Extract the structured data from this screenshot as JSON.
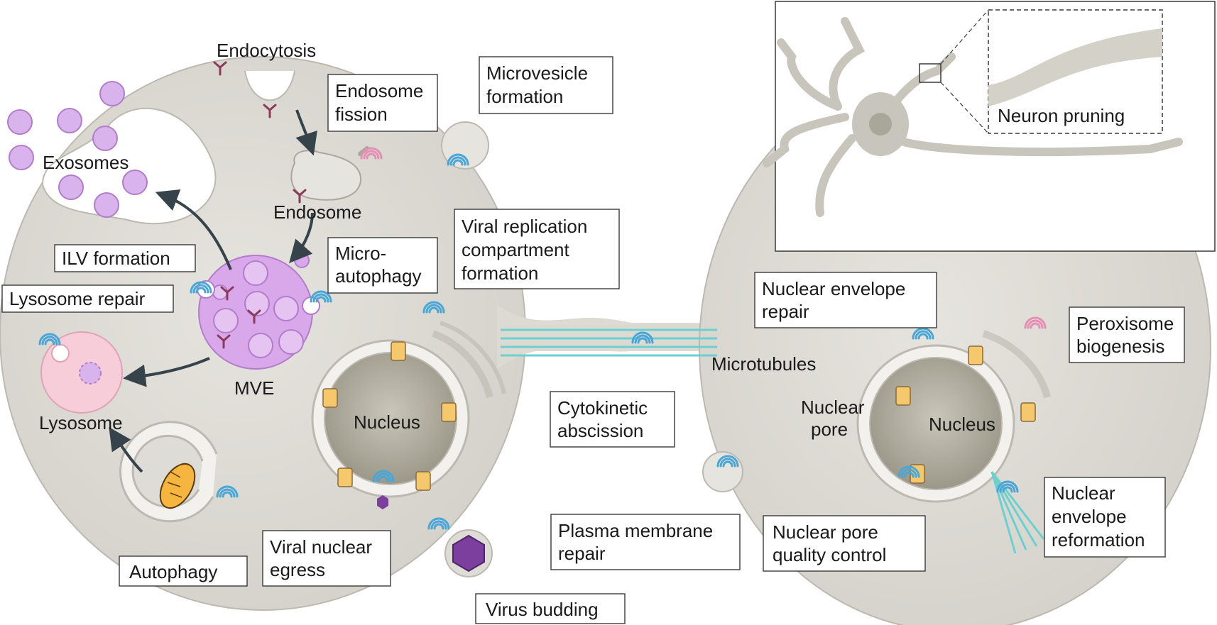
{
  "labels": {
    "endocytosis": "Endocytosis",
    "endosome_fission_1": "Endosome",
    "endosome_fission_2": "fission",
    "microvesicle_1": "Microvesicle",
    "microvesicle_2": "formation",
    "exosomes": "Exosomes",
    "endosome": "Endosome",
    "ilv_formation": "ILV formation",
    "micro_autophagy_1": "Micro-",
    "micro_autophagy_2": "autophagy",
    "viral_rep_1": "Viral replication",
    "viral_rep_2": "compartment",
    "viral_rep_3": "formation",
    "lysosome_repair": "Lysosome repair",
    "mve": "MVE",
    "lysosome": "Lysosome",
    "nucleus_left": "Nucleus",
    "cytokinetic_1": "Cytokinetic",
    "cytokinetic_2": "abscission",
    "microtubules": "Microtubules",
    "autophagy": "Autophagy",
    "viral_egress_1": "Viral nuclear",
    "viral_egress_2": "egress",
    "virus_budding": "Virus budding",
    "plasma_repair_1": "Plasma membrane",
    "plasma_repair_2": "repair",
    "neuron_pruning": "Neuron pruning",
    "nuclear_env_repair_1": "Nuclear envelope",
    "nuclear_env_repair_2": "repair",
    "peroxisome_1": "Peroxisome",
    "peroxisome_2": "biogenesis",
    "nuclear_pore_1": "Nuclear",
    "nuclear_pore_2": "pore",
    "nucleus_right": "Nucleus",
    "npqc_1": "Nuclear pore",
    "npqc_2": "quality control",
    "ner_1": "Nuclear",
    "ner_2": "envelope",
    "ner_3": "reformation"
  },
  "colors": {
    "cell": "#dedcd6",
    "cell_edge": "#bcb9b1",
    "nucleus": "#a9a597",
    "exosome": "#d9b3ec",
    "mve": "#d9a8ea",
    "lysosome": "#f7cdd9",
    "escrt": "#4aa6d6",
    "escrt_pink": "#e48fb3",
    "microtubule": "#6dd0cf",
    "pore_yellow": "#f5c86e",
    "virus": "#7c3f9e",
    "arrow": "#37434b"
  }
}
